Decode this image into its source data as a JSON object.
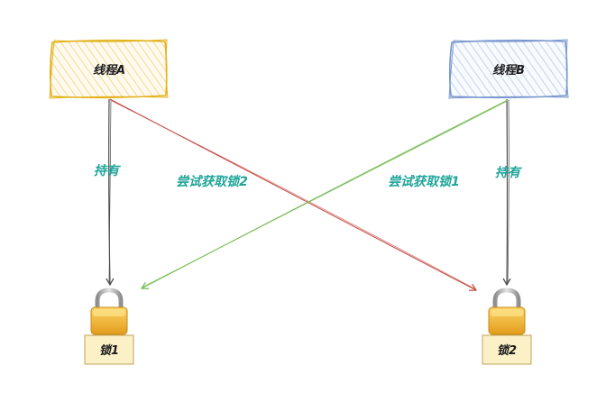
{
  "nodes": {
    "thread_a": {
      "label": "线程A"
    },
    "thread_b": {
      "label": "线程B"
    },
    "lock_1": {
      "label": "锁1"
    },
    "lock_2": {
      "label": "锁2"
    }
  },
  "edges": {
    "a_holds": {
      "label": "持有"
    },
    "a_tries": {
      "label": "尝试获取锁2"
    },
    "b_tries": {
      "label": "尝试获取锁1"
    },
    "b_holds": {
      "label": "持有"
    }
  },
  "colors": {
    "thread_a_stroke": "#e3b21c",
    "thread_a_fill": "#fbeeb9",
    "thread_b_stroke": "#7a98cf",
    "thread_b_fill": "#d5e1f4",
    "hold_arrow": "#4d4d4d",
    "a_try_arrow": "#c8504a",
    "b_try_arrow": "#7cbe5c",
    "edge_label": "#1fa59a",
    "lock_body": "#f0b83a",
    "lock_shackle": "#b3b3b3",
    "lock_tag_fill": "#fbf0c6",
    "lock_tag_stroke": "#bfa45a"
  }
}
